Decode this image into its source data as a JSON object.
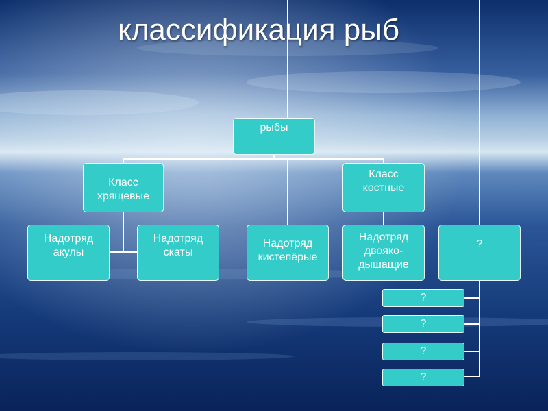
{
  "title": "классификация рыб",
  "colors": {
    "node_fill": "#33ccc8",
    "node_border": "#e9ffff",
    "line": "#ffffff",
    "text": "#ffffff"
  },
  "nodes": {
    "root": "рыбы",
    "class_cartilaginous": "Класс\nхрящевые",
    "class_bony": "Класс\nкостные",
    "order_sharks": "Надотряд\nакулы",
    "order_rays": "Надотряд\nскаты",
    "order_lobefinned": "Надотряд\nкистепёрые",
    "order_lungfish": "Надотряд\nдвояко-\nдышащие",
    "unknown_group": "?",
    "unknown_items": [
      "?",
      "?",
      "?",
      "?"
    ]
  }
}
